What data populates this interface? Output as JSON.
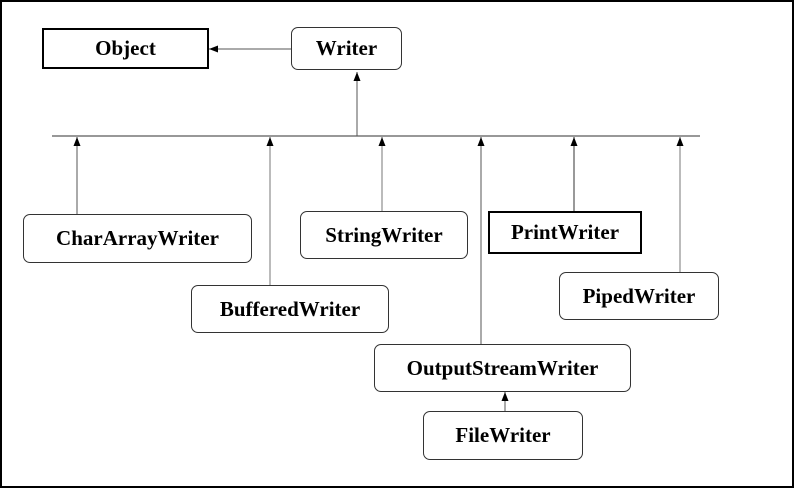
{
  "nodes": {
    "object": "Object",
    "writer": "Writer",
    "char_array_writer": "CharArrayWriter",
    "buffered_writer": "BufferedWriter",
    "string_writer": "StringWriter",
    "output_stream_writer": "OutputStreamWriter",
    "file_writer": "FileWriter",
    "print_writer": "PrintWriter",
    "piped_writer": "PipedWriter"
  }
}
